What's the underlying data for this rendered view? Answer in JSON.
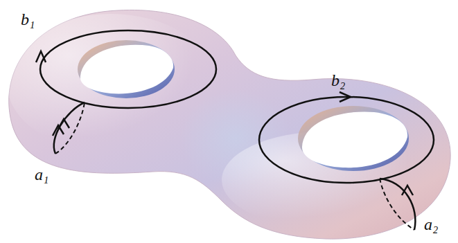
{
  "diagram": {
    "labels": [
      "b₁",
      "a₁",
      "b₂",
      "a₂"
    ]
  }
}
